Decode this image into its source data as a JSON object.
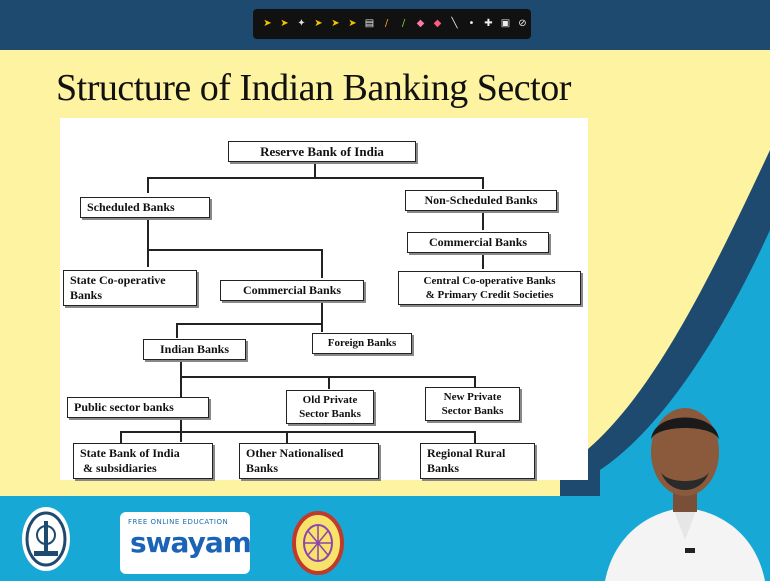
{
  "slide": {
    "title": "Structure of Indian Banking Sector"
  },
  "toolbar": {
    "tools": [
      {
        "name": "pointer-icon",
        "glyph": "➤",
        "color": "#f2c200"
      },
      {
        "name": "pointer-icon",
        "glyph": "➤",
        "color": "#f2c200"
      },
      {
        "name": "laser-icon",
        "glyph": "✦",
        "color": "#dddddd"
      },
      {
        "name": "pointer-icon",
        "glyph": "➤",
        "color": "#f2c200"
      },
      {
        "name": "pointer-icon",
        "glyph": "➤",
        "color": "#f2c200"
      },
      {
        "name": "pointer-icon",
        "glyph": "➤",
        "color": "#f2c200"
      },
      {
        "name": "hand-icon",
        "glyph": "▤",
        "color": "#eeeeee"
      },
      {
        "name": "pencil-icon",
        "glyph": "/",
        "color": "#f5a623"
      },
      {
        "name": "pen-icon",
        "glyph": "/",
        "color": "#7ed321"
      },
      {
        "name": "highlighter-icon",
        "glyph": "◆",
        "color": "#ff77aa"
      },
      {
        "name": "eraser-icon",
        "glyph": "◆",
        "color": "#ff5b7d"
      },
      {
        "name": "line-icon",
        "glyph": "╲",
        "color": "#eeeeee"
      },
      {
        "name": "dot-icon",
        "glyph": "•",
        "color": "#eeeeee"
      },
      {
        "name": "spotlight-icon",
        "glyph": "✚",
        "color": "#eeeeee"
      },
      {
        "name": "shape-icon",
        "glyph": "▣",
        "color": "#eeeeee"
      },
      {
        "name": "clear-icon",
        "glyph": "⊘",
        "color": "#eeeeee"
      }
    ]
  },
  "diagram": {
    "nodes": {
      "rbi": "Reserve Bank of India",
      "scheduled": "Scheduled Banks",
      "non_scheduled": "Non-Scheduled Banks",
      "ns_commercial": "Commercial Banks",
      "central_coop": [
        "Central Co-operative Banks",
        "& Primary Credit Societies"
      ],
      "state_coop": [
        "State Co-operative",
        "Banks"
      ],
      "commercial": "Commercial Banks",
      "indian": "Indian Banks",
      "foreign": "Foreign Banks",
      "public": "Public sector banks",
      "old_private": [
        "Old  Private",
        "Sector Banks"
      ],
      "new_private": [
        "New Private",
        "Sector Banks"
      ],
      "sbi": [
        "State Bank of India",
        " & subsidiaries"
      ],
      "nationalised": [
        "Other Nationalised",
        "Banks"
      ],
      "rrb": [
        "Regional Rural",
        "Banks"
      ]
    }
  },
  "footer": {
    "swayam_tagline": "FREE ONLINE EDUCATION",
    "swayam_name": "swayam",
    "colors": {
      "blue": "#17a8d6",
      "yellow": "#fdf3a0",
      "navy": "#1e4a70"
    }
  }
}
